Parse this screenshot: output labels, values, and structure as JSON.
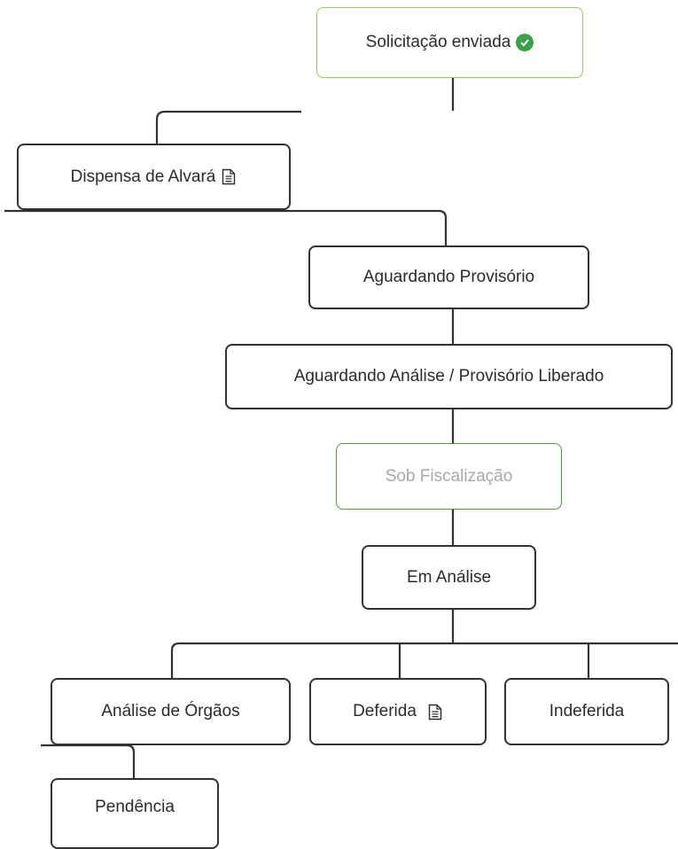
{
  "nodes": {
    "solicitacao": "Solicitação enviada",
    "dispensa": "Dispensa de Alvará",
    "aguardando_provisorio": "Aguardando Provisório",
    "aguardando_analise": "Aguardando Análise / Provisório Liberado",
    "sob_fiscalizacao": "Sob Fiscalização",
    "em_analise": "Em Análise",
    "analise_orgaos": "Análise de Órgãos",
    "deferida": "Deferida",
    "indeferida": "Indeferida",
    "pendencia": "Pendência"
  },
  "icons": {
    "solicitacao": "check-circle-icon",
    "dispensa": "document-icon",
    "deferida": "document-icon"
  },
  "colors": {
    "node_border": "#2f3433",
    "highlight_border": "#9ec766",
    "fiscalizacao_border": "#5a9a44",
    "muted_text": "#a8a8a8",
    "check_green": "#3aa04a"
  }
}
